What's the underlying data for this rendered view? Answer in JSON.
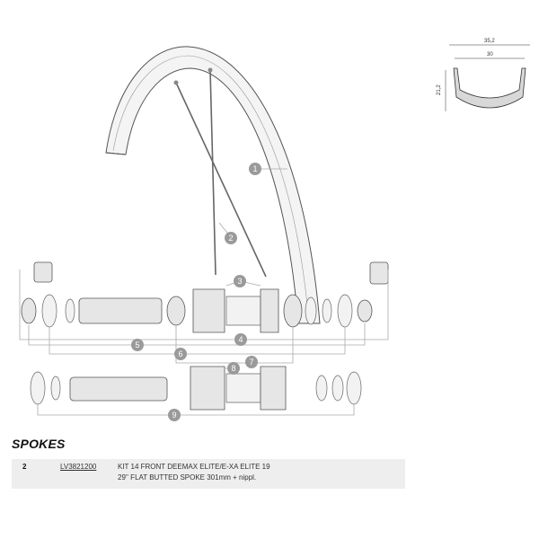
{
  "profile": {
    "outer_width": "35,2",
    "inner_width": "30",
    "height": "21,2"
  },
  "callouts": [
    "1",
    "2",
    "3",
    "4",
    "5",
    "6",
    "7",
    "8",
    "9"
  ],
  "section_title": "SPOKES",
  "table": {
    "rows": [
      {
        "number": "2",
        "reference": "LV3821200",
        "description_line1": "KIT 14 FRONT DEEMAX ELITE/E-XA ELITE 19",
        "description_line2": "29'' FLAT BUTTED SPOKE 301mm + nippl."
      }
    ]
  }
}
